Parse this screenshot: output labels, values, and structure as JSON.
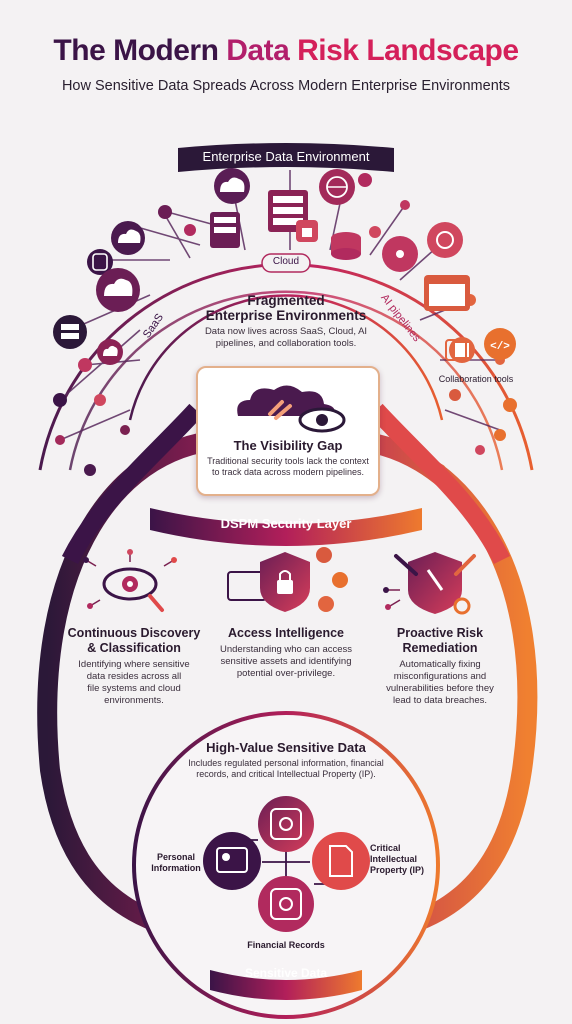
{
  "title": {
    "part1": "The Modern ",
    "part2": "Data ",
    "part3": "Risk Landscape"
  },
  "subtitle": "How Sensitive Data Spreads Across Modern Enterprise Environments",
  "enterprise": {
    "banner": "Enterprise Data Environment",
    "arc_labels": {
      "saas": "SaaS",
      "cloud": "Cloud",
      "ai": "AI pipelines",
      "collab": "Collaboration tools"
    },
    "heading_line1": "Fragmented",
    "heading_line2": "Enterprise Environments",
    "body_line1": "Data now lives across SaaS, Cloud, AI",
    "body_line2": "pipelines, and collaboration tools."
  },
  "visibility_gap": {
    "heading": "The Visibility Gap",
    "body_line1": "Traditional security tools lack the context",
    "body_line2": "to track data across modern pipelines."
  },
  "dspm": {
    "banner": "DSPM Security Layer",
    "pillars": [
      {
        "heading_line1": "Continuous Discovery",
        "heading_line2": "& Classification",
        "body": [
          "Identifying where sensitive",
          "data resides across all",
          "file systems and cloud",
          "environments."
        ]
      },
      {
        "heading_line1": "Access Intelligence",
        "heading_line2": "",
        "body": [
          "Understanding who can access",
          "sensitive assets and identifying",
          "potential over-privilege."
        ]
      },
      {
        "heading_line1": "Proactive Risk",
        "heading_line2": "Remediation",
        "body": [
          "Automatically fixing",
          "misconfigurations and",
          "vulnerabilities before they",
          "lead to data breaches."
        ]
      }
    ]
  },
  "sensitive": {
    "heading": "High-Value Sensitive Data",
    "body_line1": "Includes regulated personal information, financial",
    "body_line2": "records, and critical Intellectual Property (IP).",
    "items": {
      "personal_line1": "Personal",
      "personal_line2": "Information",
      "ip_line1": "Critical",
      "ip_line2": "Intellectual",
      "ip_line3": "Property (IP)",
      "financial": "Financial Records"
    },
    "banner": "Sensitive Data"
  },
  "icons": [
    "cloud-icon",
    "globe-icon",
    "server-icon",
    "database-icon",
    "lock-icon",
    "brain-icon",
    "network-icon",
    "browser-icon",
    "code-icon",
    "eye-icon",
    "broken-link-icon",
    "shield-lock-icon",
    "key-icon",
    "wrench-icon",
    "gear-icon",
    "user-icon",
    "safe-icon",
    "document-icon",
    "id-card-icon"
  ],
  "colors": {
    "deep_purple": "#3b1447",
    "magenta": "#b21f6b",
    "crimson": "#d4205a",
    "orange": "#ee7a2e",
    "dark_navy": "#2b1838",
    "card_border": "#e3b08b"
  }
}
